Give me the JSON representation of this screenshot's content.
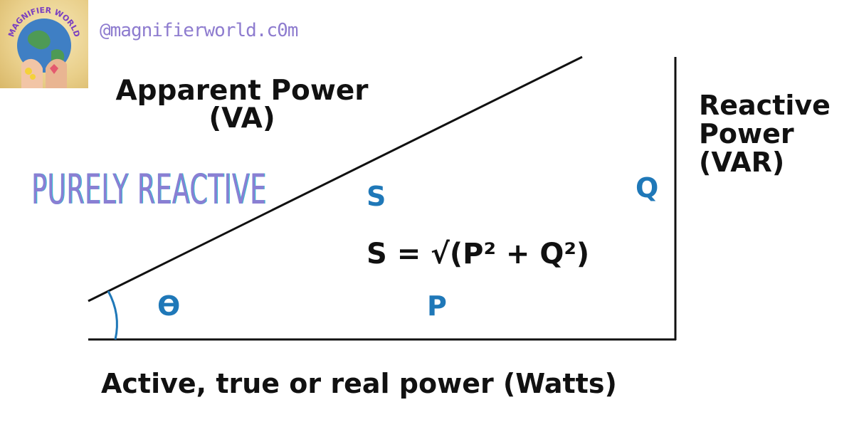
{
  "branding": {
    "logo_text": "MAGNIFIER WORLD",
    "handle": "@magnifierworld.c0m"
  },
  "diagram": {
    "hypotenuse_label_line1": "Apparent Power",
    "hypotenuse_label_line2": "(VA)",
    "vertical_label_line1": "Reactive",
    "vertical_label_line2": "Power",
    "vertical_label_line3": "(VAR)",
    "base_label": "Active, true or real power (Watts)",
    "side_symbol_hypotenuse": "S",
    "side_symbol_vertical": "Q",
    "side_symbol_base": "P",
    "angle_symbol": "ϴ",
    "formula": "S = √(P² + Q²)",
    "banner": "PURELY REACTIVE"
  },
  "colors": {
    "symbol_blue": "#1f78b8",
    "banner_purple": "#8a7fd3",
    "banner_cyan_shadow": "#3fb7d4",
    "handle_purple": "#8e7ccf",
    "line_black": "#111111"
  }
}
